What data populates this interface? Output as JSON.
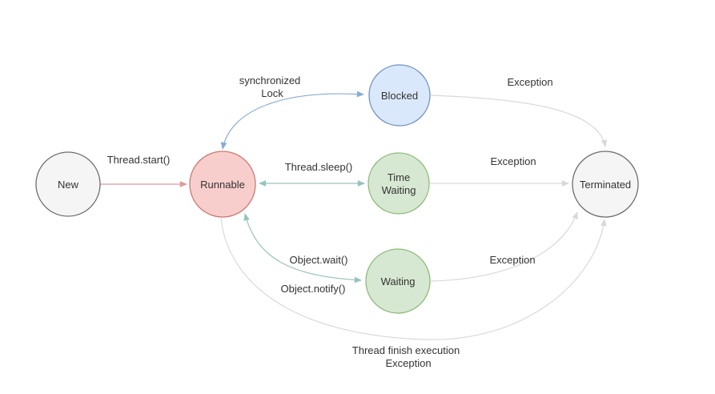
{
  "diagram": {
    "type": "state-diagram",
    "subject": "Java thread lifecycle states",
    "colors": {
      "background": "#ffffff",
      "node_gray_fill": "#f5f5f5",
      "node_gray_stroke": "#6e6e6e",
      "node_red_fill": "#f8cecc",
      "node_red_stroke": "#cc7975",
      "node_blue_fill": "#dae8fc",
      "node_blue_stroke": "#7191c4",
      "node_green_fill": "#d7e8d2",
      "node_green_stroke": "#8cbb77",
      "arrow_red": "#dd9b97",
      "arrow_blue": "#8aabd8",
      "arrow_teal": "#96c3bd",
      "arrow_gray": "#d9d9d9",
      "text": "#333333"
    },
    "nodes": {
      "new": {
        "label": "New"
      },
      "runnable": {
        "label": "Runnable"
      },
      "blocked": {
        "label": "Blocked"
      },
      "timed_waiting": {
        "label_line1": "Time",
        "label_line2": "Waiting"
      },
      "waiting": {
        "label": "Waiting"
      },
      "terminated": {
        "label": "Terminated"
      }
    },
    "edges": {
      "new_to_runnable": {
        "label": "Thread.start()",
        "from": "New",
        "to": "Runnable",
        "direction": "one-way"
      },
      "runnable_blocked": {
        "label_line1": "synchronized",
        "label_line2": "Lock",
        "from": "Runnable",
        "to": "Blocked",
        "direction": "two-way"
      },
      "runnable_timed_waiting": {
        "label": "Thread.sleep()",
        "from": "Runnable",
        "to": "Time Waiting",
        "direction": "two-way"
      },
      "runnable_waiting": {
        "label_wait": "Object.wait()",
        "label_notify": "Object.notify()",
        "from": "Runnable",
        "to": "Waiting",
        "direction": "two-way"
      },
      "blocked_to_terminated": {
        "label": "Exception",
        "from": "Blocked",
        "to": "Terminated",
        "direction": "one-way"
      },
      "timed_waiting_to_terminated": {
        "label": "Exception",
        "from": "Time Waiting",
        "to": "Terminated",
        "direction": "one-way"
      },
      "waiting_to_terminated": {
        "label": "Exception",
        "from": "Waiting",
        "to": "Terminated",
        "direction": "one-way"
      },
      "runnable_to_terminated": {
        "label_line1": "Thread finish execution",
        "label_line2": "Exception",
        "from": "Runnable",
        "to": "Terminated",
        "direction": "one-way"
      }
    }
  }
}
